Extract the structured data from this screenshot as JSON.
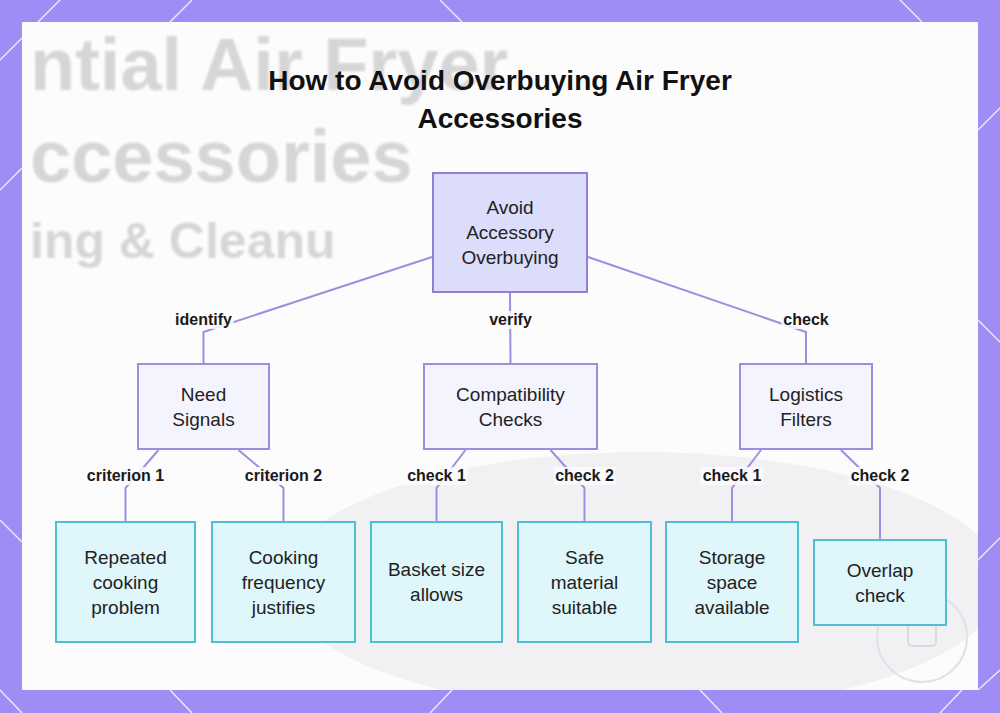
{
  "diagram": {
    "title": "How to Avoid Overbuying Air Fryer Accessories",
    "nodes": [
      {
        "text": [
          "Avoid Accessory Overbuying"
        ]
      },
      {
        "text": [
          "Need Signals"
        ]
      },
      {
        "text": [
          "Compatibility Checks"
        ]
      },
      {
        "text": [
          "Logistics Filters"
        ]
      },
      {
        "text": [
          "Repeated cooking problem"
        ]
      },
      {
        "text": [
          "Cooking frequency justifies"
        ]
      },
      {
        "text": [
          "Basket size allows"
        ]
      },
      {
        "text": [
          "Safe material suitable"
        ]
      },
      {
        "text": [
          "Storage space available"
        ]
      },
      {
        "text": [
          "Overlap check"
        ]
      }
    ],
    "edges": [
      {
        "from": 0,
        "to": 1,
        "label": "identify",
        "arrow": "none"
      },
      {
        "from": 0,
        "to": 2,
        "label": "verify",
        "arrow": "none"
      },
      {
        "from": 0,
        "to": 3,
        "label": "check",
        "arrow": "none"
      },
      {
        "from": 1,
        "to": 4,
        "label": "criterion 1",
        "arrow": "none"
      },
      {
        "from": 1,
        "to": 5,
        "label": "criterion 2",
        "arrow": "none"
      },
      {
        "from": 2,
        "to": 6,
        "label": "check 1",
        "arrow": "none"
      },
      {
        "from": 2,
        "to": 7,
        "label": "check 2",
        "arrow": "none"
      },
      {
        "from": 3,
        "to": 8,
        "label": "check 1",
        "arrow": "none"
      },
      {
        "from": 3,
        "to": 9,
        "label": "check 2",
        "arrow": "none"
      }
    ],
    "labels": [
      "ntial Air Fryer",
      "ccessories",
      "ing & Cleanu"
    ]
  }
}
